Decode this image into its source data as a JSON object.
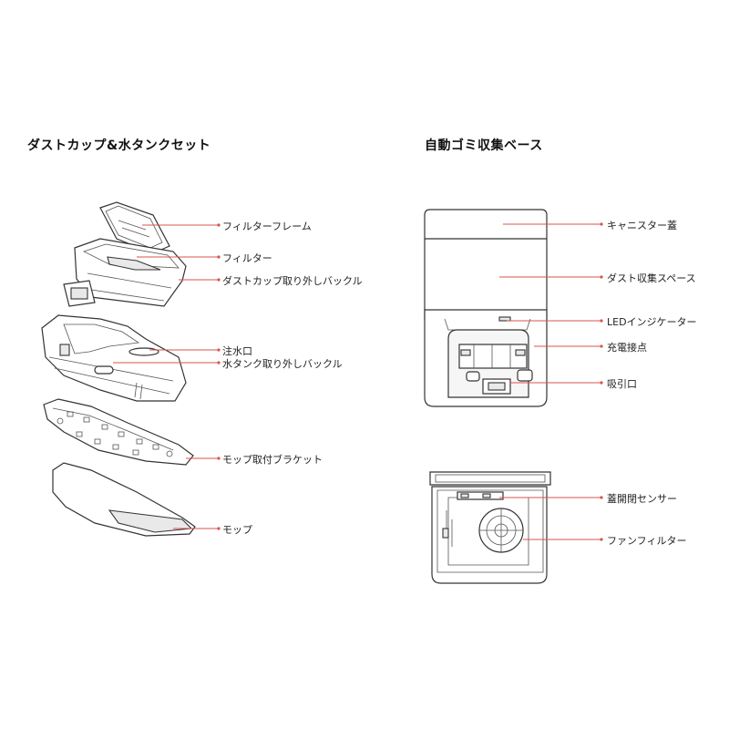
{
  "left_section": {
    "title": "ダストカップ&水タンクセット",
    "labels": {
      "filter_frame": "フィルターフレーム",
      "filter": "フィルター",
      "dust_cup_buckle": "ダストカップ取り外しバックル",
      "water_inlet": "注水口",
      "water_tank_buckle": "水タンク取り外しバックル",
      "mop_bracket": "モップ取付ブラケット",
      "mop": "モップ"
    }
  },
  "right_section": {
    "title": "自動ゴミ収集ベース",
    "labels": {
      "canister_lid": "キャニスター蓋",
      "dust_space": "ダスト収集スペース",
      "led_indicator": "LEDインジケーター",
      "charging_contacts": "充電接点",
      "suction_port": "吸引口",
      "lid_sensor": "蓋開閉センサー",
      "fan_filter": "ファンフィルター"
    }
  },
  "colors": {
    "leader_line": "#d9534f",
    "outline": "#333333"
  }
}
